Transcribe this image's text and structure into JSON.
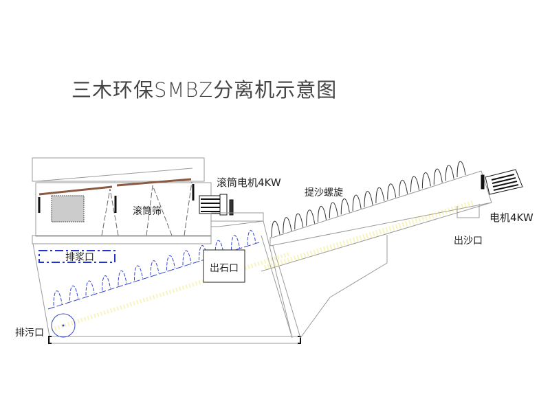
{
  "title": "三木环保SMBZ分离机示意图",
  "labels": {
    "drum_motor": "滚筒电机4KW",
    "sand_screw": "提沙螺旋",
    "motor": "电机4KW",
    "sand_outlet": "出沙口",
    "drum_screen": "滚筒筛",
    "slurry_outlet": "排浆口",
    "stone_outlet": "出石口",
    "sewage_outlet": "排污口"
  },
  "colors": {
    "line": "#999999",
    "flight_blue": "#3344cc",
    "brown": "#8a5a44",
    "sand": "#e8e04a"
  }
}
